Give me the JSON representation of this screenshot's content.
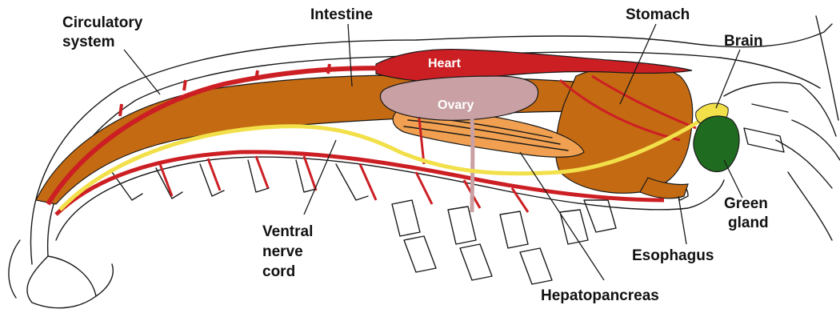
{
  "labels": {
    "circulatory_line1": "Circulatory",
    "circulatory_line2": "system",
    "intestine": "Intestine",
    "stomach": "Stomach",
    "brain": "Brain",
    "heart": "Heart",
    "ovary": "Ovary",
    "green_gland_line1": "Green",
    "green_gland_line2": "gland",
    "esophagus": "Esophagus",
    "ventral_line1": "Ventral",
    "ventral_line2": "nerve",
    "ventral_line3": "cord",
    "hepatopancreas": "Hepatopancreas"
  },
  "colors": {
    "circulatory": "#cc1f24",
    "intestine": "#c46a12",
    "stomach": "#c46a12",
    "nerve": "#f2e04a",
    "ovary": "#c9a0a4",
    "hepatopancreas": "#f0a050",
    "green_gland": "#1f6b1f",
    "outline": "#1a1a1a"
  }
}
